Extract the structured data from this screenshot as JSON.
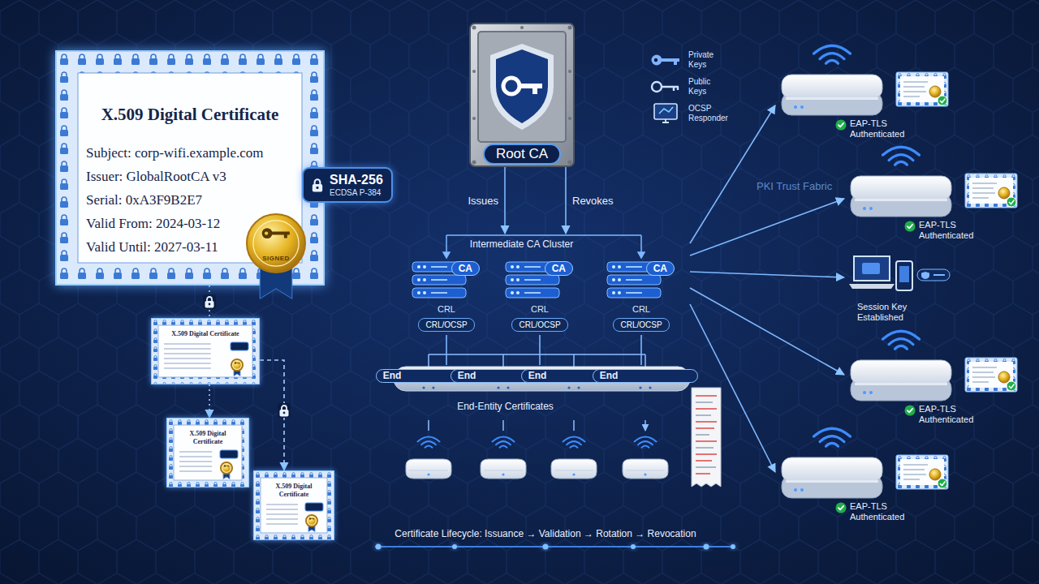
{
  "diagram": {
    "nodes": [
      {
        "text": [
          "X.509 Digital Certificate",
          "Subject: corp-wifi.example.com",
          "Issuer: GlobalRootCA v3",
          "Serial: 0xA3F9B2E7",
          "Valid From: 2024-03-12",
          "Valid Until: 2027-03-11"
        ]
      },
      {
        "text": [
          "SHA-256",
          "ECDSA P-384"
        ]
      },
      {
        "text": [
          "X.509 Digital Certificate"
        ]
      },
      {
        "text": [
          "X.509 Digital Certificate"
        ]
      },
      {
        "text": [
          "X.509 Digital Certificate"
        ]
      },
      {
        "text": [
          "Root CA"
        ]
      },
      {
        "text": [
          "Intermediate CA Cluster"
        ]
      },
      {
        "text": [
          "CA",
          "CRL",
          "CRL/OCSP"
        ],
        "in": 6
      },
      {
        "text": [
          "CA",
          "CRL",
          "CRL/OCSP"
        ],
        "in": 6
      },
      {
        "text": [
          "CA",
          "CRL",
          "CRL/OCSP"
        ],
        "in": 6
      },
      {
        "text": [
          "End-Entity Certificates"
        ]
      },
      {
        "text": [
          "End"
        ],
        "in": 10
      },
      {
        "text": [
          "End"
        ],
        "in": 10
      },
      {
        "text": [
          "End"
        ],
        "in": 10
      },
      {
        "text": [
          "End"
        ],
        "in": 10
      },
      {
        "text": [
          "EAP-TLS Authenticated"
        ]
      },
      {
        "text": [
          "EAP-TLS Authenticated"
        ]
      },
      {
        "text": [
          "Session Key Established"
        ]
      },
      {
        "text": [
          "EAP-TLS Authenticated"
        ]
      },
      {
        "text": [
          "EAP-TLS Authenticated"
        ]
      }
    ],
    "edges": [
      {
        "from": 0,
        "to": 2,
        "arrow": "none"
      },
      {
        "from": 2,
        "to": 3,
        "arrow": "to"
      },
      {
        "from": 2,
        "to": 4,
        "arrow": "to"
      },
      {
        "from": 5,
        "to": 6,
        "label": "Issues",
        "arrow": "to"
      },
      {
        "from": 5,
        "to": 6,
        "label": "Revokes",
        "arrow": "to"
      },
      {
        "from": 7,
        "to": 10,
        "arrow": "none"
      },
      {
        "from": 8,
        "to": 10,
        "arrow": "none"
      },
      {
        "from": 9,
        "to": 10,
        "arrow": "none"
      },
      {
        "from": 6,
        "to": 15,
        "arrow": "to"
      },
      {
        "from": 6,
        "to": 16,
        "arrow": "to"
      },
      {
        "from": 6,
        "to": 17,
        "arrow": "to"
      },
      {
        "from": 6,
        "to": 18,
        "arrow": "to"
      },
      {
        "from": 6,
        "to": 19,
        "arrow": "to"
      }
    ],
    "labels": [
      "SIGNED",
      "PKI Trust Fabric",
      "Certificate Lifecycle: Issuance → Validation → Rotation → Revocation"
    ],
    "legend": [
      {
        "text": "Private Keys"
      },
      {
        "text": "Public Keys"
      },
      {
        "text": "OCSP Responder"
      }
    ]
  }
}
